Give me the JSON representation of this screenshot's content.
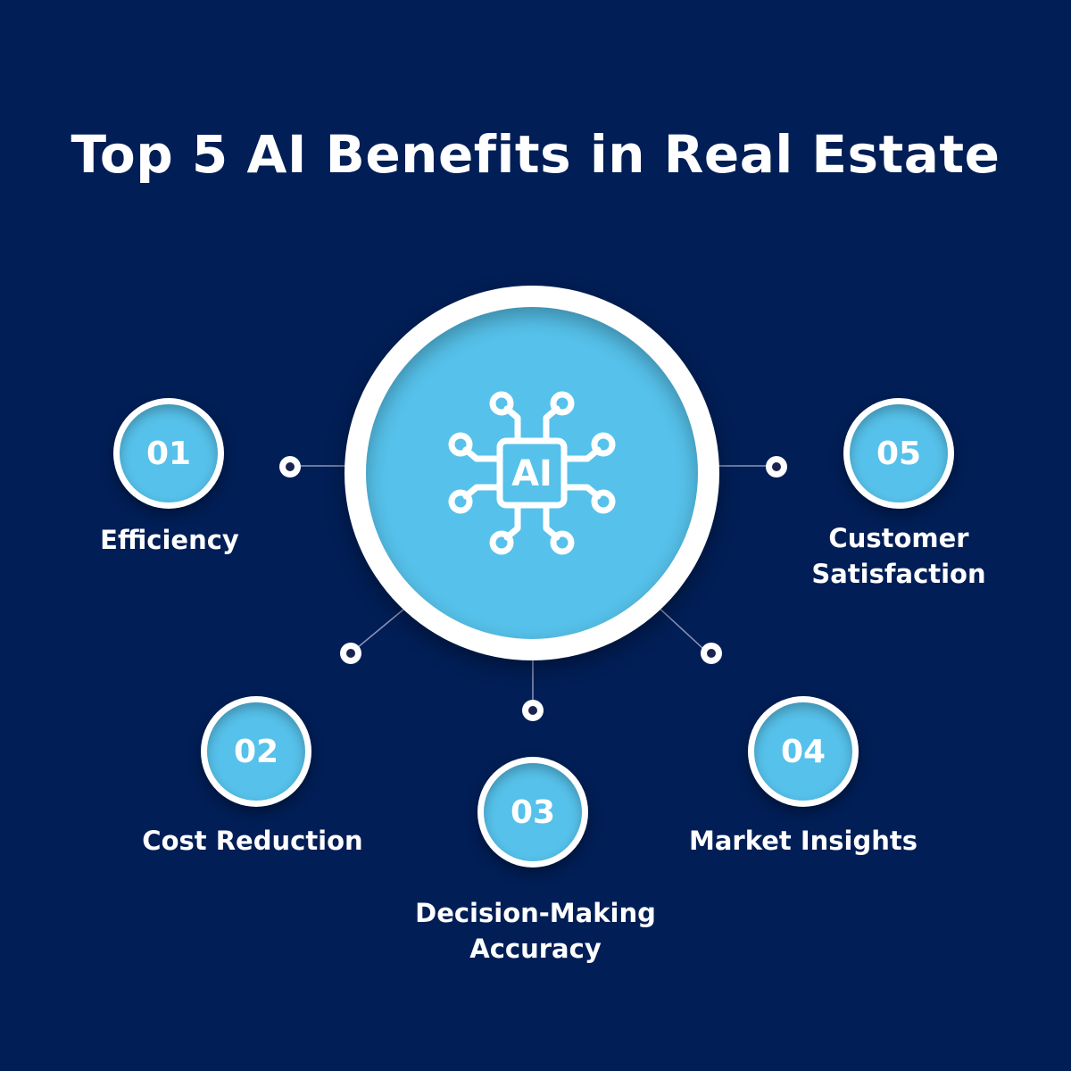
{
  "title": "Top 5 AI Benefits in Real Estate",
  "hub": {
    "icon": "ai-chip-circuit-icon",
    "chip_label": "AI"
  },
  "benefits": [
    {
      "number": "01",
      "label": "Efficiency"
    },
    {
      "number": "02",
      "label": "Cost Reduction"
    },
    {
      "number": "03",
      "label": "Decision-Making\nAccuracy"
    },
    {
      "number": "04",
      "label": "Market Insights"
    },
    {
      "number": "05",
      "label": "Customer\nSatisfaction"
    }
  ],
  "colors": {
    "background": "#011e56",
    "accent": "#56c1ea",
    "text": "#ffffff"
  }
}
